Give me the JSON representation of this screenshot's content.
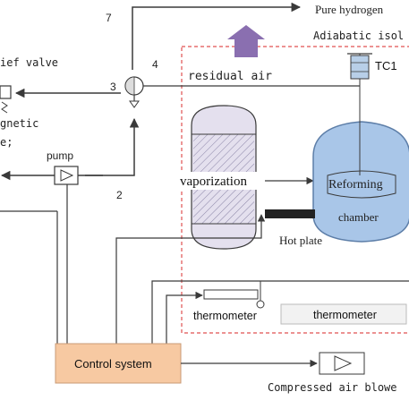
{
  "labels": {
    "pure_hydrogen": "Pure hydrogen",
    "adiabatic": "Adiabatic isol",
    "relief_valve": "ief valve",
    "magnetic_1": "gnetic",
    "magnetic_2": "e;",
    "residual_air": "residual air",
    "tc1": "TC1",
    "pump": "pump",
    "vaporization": "vaporization",
    "reforming": "Reforming",
    "chamber": "chamber",
    "hot_plate": "Hot plate",
    "thermometer_1": "thermometer",
    "thermometer_2": "thermometer",
    "control_system": "Control system",
    "compressed_air": "Compressed air blowe"
  },
  "numbers": {
    "n7": "7",
    "n4": "4",
    "n3": "3",
    "n2": "2"
  },
  "colors": {
    "line": "#3a3a3a",
    "dashed_border": "#e05050",
    "vaporizer_fill": "#e4e0ee",
    "reformer_fill": "#a9c6e8",
    "reformer_stroke": "#5d7ea8",
    "control_fill": "#f7c9a2",
    "arrow_purple": "#8a6fb0",
    "tc_fill": "#b8cfe8"
  }
}
